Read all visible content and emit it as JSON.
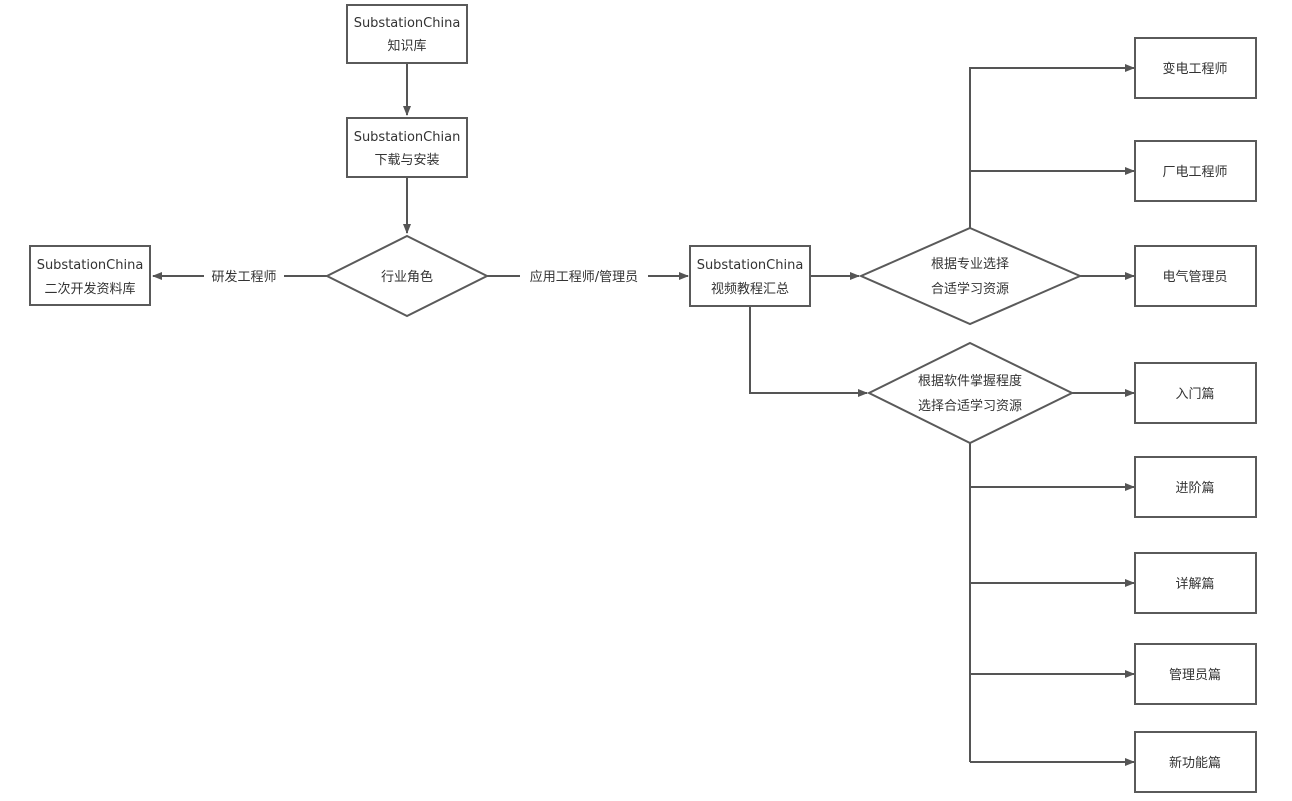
{
  "diagram": {
    "nodes": {
      "knowledge_base": {
        "line1": "SubstationChina",
        "line2": "知识库"
      },
      "download_install": {
        "line1": "SubstationChian",
        "line2": "下载与安装"
      },
      "industry_role": {
        "line1": "行业角色"
      },
      "secondary_dev": {
        "line1": "SubstationChina",
        "line2": "二次开发资料库"
      },
      "video_tutorials": {
        "line1": "SubstationChina",
        "line2": "视频教程汇总"
      },
      "choose_by_specialty": {
        "line1": "根据专业选择",
        "line2": "合适学习资源"
      },
      "choose_by_proficiency": {
        "line1": "根据软件掌握程度",
        "line2": "选择合适学习资源"
      },
      "substation_engineer": {
        "line1": "变电工程师"
      },
      "plant_engineer": {
        "line1": "厂电工程师"
      },
      "electrical_manager": {
        "line1": "电气管理员"
      },
      "beginner": {
        "line1": "入门篇"
      },
      "advanced": {
        "line1": "进阶篇"
      },
      "detailed": {
        "line1": "详解篇"
      },
      "admin": {
        "line1": "管理员篇"
      },
      "new_features": {
        "line1": "新功能篇"
      }
    },
    "edge_labels": {
      "rd_engineer": "研发工程师",
      "app_engineer_admin": "应用工程师/管理员"
    }
  }
}
